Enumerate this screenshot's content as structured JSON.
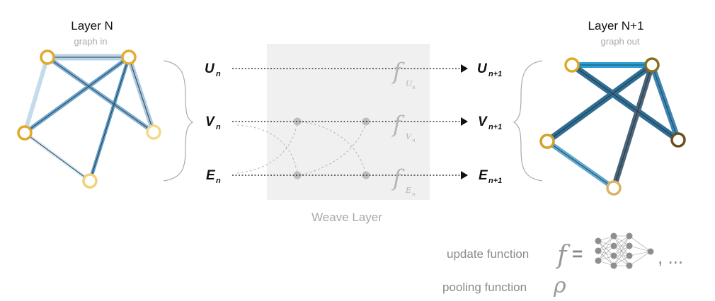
{
  "graph_in": {
    "title": "Layer N",
    "subtitle": "graph in"
  },
  "graph_out": {
    "title": "Layer N+1",
    "subtitle": "graph out"
  },
  "inputs": [
    {
      "letter": "U",
      "sub": "n"
    },
    {
      "letter": "V",
      "sub": "n"
    },
    {
      "letter": "E",
      "sub": "n"
    }
  ],
  "outputs": [
    {
      "letter": "U",
      "sub": "n+1"
    },
    {
      "letter": "V",
      "sub": "n+1"
    },
    {
      "letter": "E",
      "sub": "n+1"
    }
  ],
  "functions": [
    {
      "symbol": "f",
      "sub": "U",
      "subsub": "n"
    },
    {
      "symbol": "f",
      "sub": "V",
      "subsub": "n"
    },
    {
      "symbol": "f",
      "sub": "E",
      "subsub": "n"
    }
  ],
  "weave_label": "Weave Layer",
  "legend": {
    "update_label": "update function",
    "update_symbol": "f",
    "equals": "=",
    "ellipsis": ", ...",
    "pooling_label": "pooling function",
    "pooling_symbol": "ρ"
  },
  "colors": {
    "node_gold": "#e0a92a",
    "node_light_gold": "#f0d27a",
    "node_brown": "#7a5a1a",
    "edge_blue": "#4a90c0",
    "edge_dark_blue": "#2e5d80",
    "weave_bg": "#f0f0f0"
  }
}
